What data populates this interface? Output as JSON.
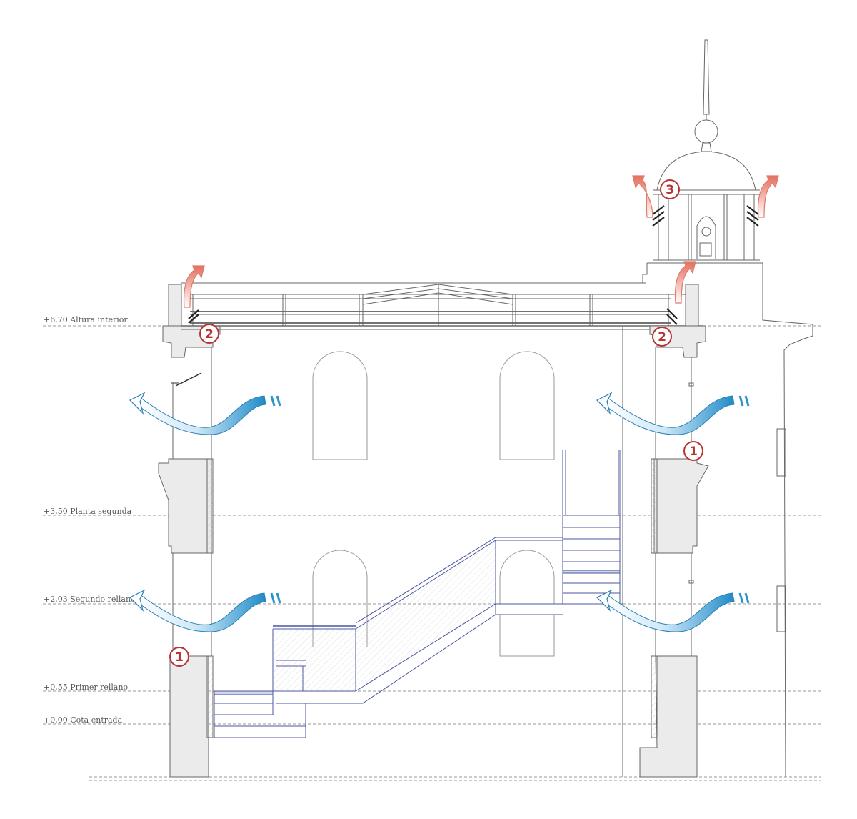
{
  "levels": [
    {
      "label": "+6,70 Altura interior"
    },
    {
      "label": "+3,50 Planta segunda"
    },
    {
      "label": "+2,03 Segundo rellano"
    },
    {
      "label": "+0,55 Primer rellano"
    },
    {
      "label": "+0,00 Cota entrada"
    }
  ],
  "badges": [
    {
      "label": "1"
    },
    {
      "label": "1"
    },
    {
      "label": "2"
    },
    {
      "label": "2"
    },
    {
      "label": "3"
    }
  ],
  "colors": {
    "line": "#666666",
    "wall_fill": "#ebebeb",
    "stair": "#4b55a0",
    "wind_blue": "#2a93cf",
    "wind_light": "#d9eef9",
    "hot_air": "#e07a6a",
    "badge": "#b53434"
  }
}
